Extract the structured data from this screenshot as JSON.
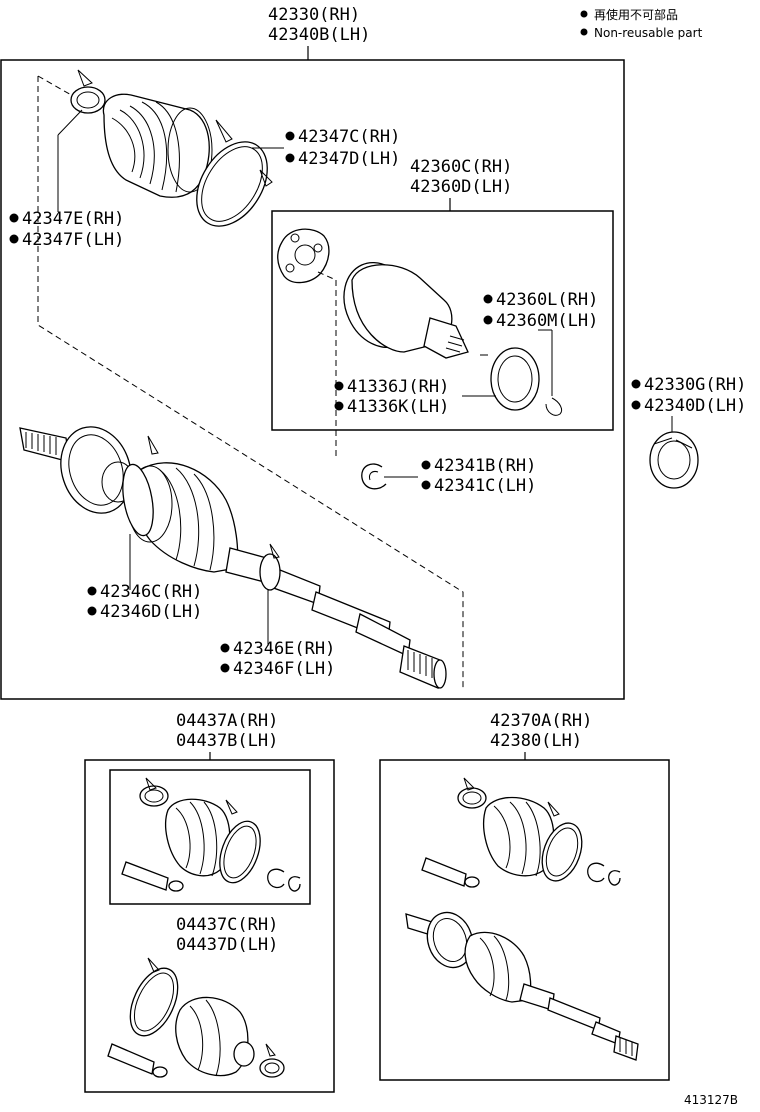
{
  "legend": {
    "jp": "再使用不可部品",
    "en": "Non-reusable part"
  },
  "footer_code": "413127B",
  "labels": {
    "main_a": "42330(RH)",
    "main_b": "42340B(LH)",
    "p42347c": "42347C(RH)",
    "p42347d": "42347D(LH)",
    "p42347e": "42347E(RH)",
    "p42347f": "42347F(LH)",
    "p42360c": "42360C(RH)",
    "p42360d": "42360D(LH)",
    "p42360l": "42360L(RH)",
    "p42360m": "42360M(LH)",
    "p41336j": "41336J(RH)",
    "p41336k": "41336K(LH)",
    "p42341b": "42341B(RH)",
    "p42341c": "42341C(LH)",
    "p42330g": "42330G(RH)",
    "p42340d": "42340D(LH)",
    "p42346c": "42346C(RH)",
    "p42346d": "42346D(LH)",
    "p42346e": "42346E(RH)",
    "p42346f": "42346F(LH)",
    "kit_a1": "04437A(RH)",
    "kit_a2": "04437B(LH)",
    "kit_c1": "04437C(RH)",
    "kit_c2": "04437D(LH)",
    "kit_r1": "42370A(RH)",
    "kit_r2": "42380(LH)"
  }
}
